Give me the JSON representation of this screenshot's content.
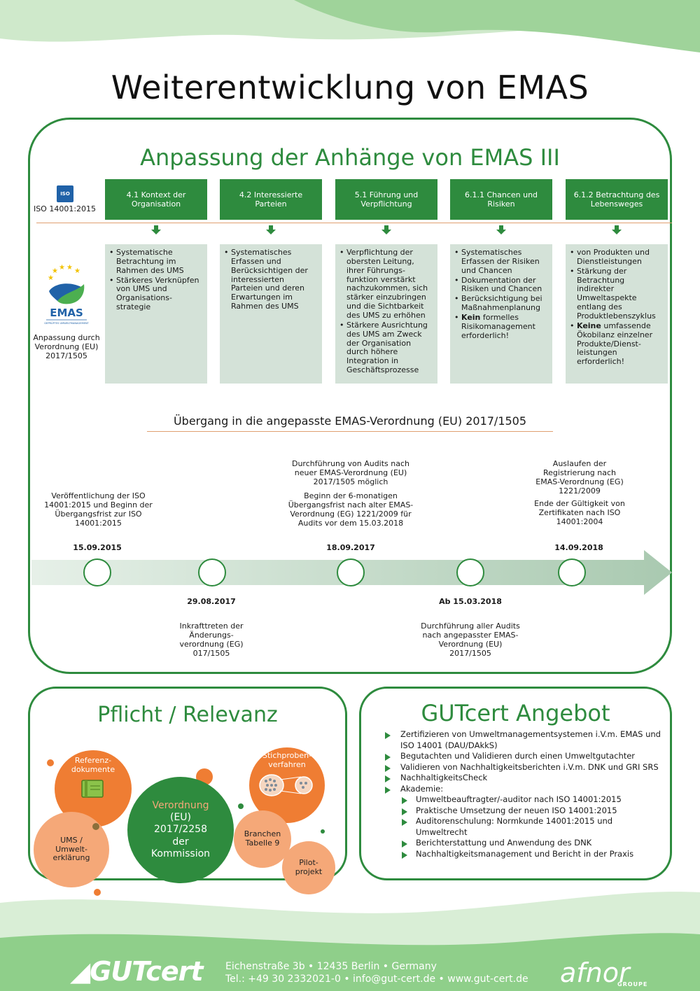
{
  "title": "Weiterentwicklung von EMAS",
  "subtitle": "Anpassung der Anhänge von EMAS III",
  "iso_label": "ISO 14001:2015",
  "iso_logo_text": "ISO",
  "emas": {
    "logo_text": "EMAS",
    "logo_sub": "GEPRÜFTES UMWELTMANAGEMENT",
    "label": "Anpassung durch Verordnung (EU) 2017/1505"
  },
  "topics": [
    {
      "title": "4.1 Kontext der Organisation",
      "items": [
        "Systematische Betrachtung im Rahmen des UMS",
        "Stärkeres Verknüpfen von UMS und Organisations-strategie"
      ]
    },
    {
      "title": "4.2 Interessierte Parteien",
      "items": [
        "Systematisches Erfassen und Berücksichtigen der interessierten Parteien und deren Erwartungen im Rahmen des UMS"
      ]
    },
    {
      "title": "5.1 Führung und Verpflichtung",
      "items": [
        "Verpflichtung der obersten Leitung, ihrer Führungs-funktion verstärkt nachzukommen, sich stärker einzubringen und die Sichtbarkeit des UMS zu erhöhen",
        "Stärkere Ausrichtung des UMS am Zweck der Organisation durch höhere Integration in Geschäftsprozesse"
      ]
    },
    {
      "title": "6.1.1 Chancen und Risiken",
      "items": [
        "Systematisches Erfassen der Risiken und Chancen",
        "Dokumentation der Risiken und Chancen",
        "Berücksichtigung bei Maßnahmenplanung"
      ],
      "bold_item": {
        "bold": "Kein",
        "rest": " formelles Risikomanagement erforderlich!"
      }
    },
    {
      "title": "6.1.2 Betrachtung des Lebensweges",
      "items": [
        "von Produkten und Dienstleistungen",
        "Stärkung der Betrachtung indirekter Umweltaspekte entlang des Produktlebenszyklus"
      ],
      "bold_item": {
        "bold": "Keine",
        "rest": " umfassende Ökobilanz einzelner Produkte/Dienst-leistungen erforderlich!"
      }
    }
  ],
  "transition_title": "Übergang in die angepasste EMAS-Verordnung (EU)  2017/1505",
  "timeline": {
    "above": [
      {
        "date": "15.09.2015",
        "texts": [
          "Veröffentlichung der ISO 14001:2015  und Beginn der Übergangsfrist zur ISO 14001:2015"
        ]
      },
      {
        "date": "18.09.2017",
        "texts": [
          "Durchführung von Audits nach neuer EMAS-Verordnung (EU) 2017/1505 möglich",
          "Beginn der 6-monatigen Übergangsfrist nach alter EMAS-Verordnung (EG) 1221/2009 für Audits  vor dem 15.03.2018"
        ]
      },
      {
        "date": "14.09.2018",
        "texts": [
          "Auslaufen der Registrierung nach EMAS-Verordnung (EG) 1221/2009",
          "Ende der Gültigkeit von Zertifikaten nach ISO 14001:2004"
        ]
      }
    ],
    "below": [
      {
        "date": "29.08.2017",
        "text": "Inkrafttreten der Änderungs-verordnung (EG) 017/1505"
      },
      {
        "date": "Ab 15.03.2018",
        "text": "Durchführung aller Audits nach angepasster EMAS-Verordnung (EU) 2017/1505"
      }
    ]
  },
  "pflicht": {
    "title": "Pflicht / Relevanz",
    "center": "Verordnung (EU) 2017/2258 der Kommission",
    "center_first": "Verordnung",
    "center_rest": "(EU) 2017/2258 der Kommission",
    "bubbles": {
      "referenz": "Referenz-dokumente",
      "ums": "UMS / Umwelt-erklärung",
      "stichproben": "Stichproben-verfahren",
      "branchen": "Branchen Tabelle 9",
      "pilot": "Pilot-projekt"
    },
    "colors": {
      "green": "#2e8b3e",
      "orange": "#ef7d33",
      "peach": "#f5a878"
    }
  },
  "gutcert": {
    "title": "GUTcert Angebot",
    "items": [
      "Zertifizieren von Umweltmanagementsystemen i.V.m. EMAS und ISO 14001 (DAU/DAkkS)",
      "Begutachten und Validieren durch einen Umweltgutachter",
      "Validieren von Nachhaltigkeitsberichten i.V.m. DNK und GRI SRS",
      "NachhaltigkeitsCheck",
      "Akademie:"
    ],
    "sub_items": [
      "Umweltbeauftragter/-auditor nach ISO 14001:2015",
      "Praktische Umsetzung der neuen ISO 14001:2015",
      "Auditorenschulung: Normkunde 14001:2015 und Umweltrecht",
      "Berichterstattung und Anwendung des DNK",
      "Nachhaltigkeitsmanagement und Bericht in der Praxis"
    ]
  },
  "footer": {
    "logo": "GUTcert",
    "address": "Eichenstraße 3b • 12435 Berlin • Germany",
    "contact": "Tel.: +49 30 2332021-0 • info@gut-cert.de • www.gut-cert.de",
    "afnor": "afnor",
    "groupe": "GROUPE"
  },
  "colors": {
    "accent_green": "#2e8b3e",
    "light_green_bg": "#8fcf8a",
    "panel_bg": "#d4e2d8",
    "line_orange": "#e0a070"
  }
}
